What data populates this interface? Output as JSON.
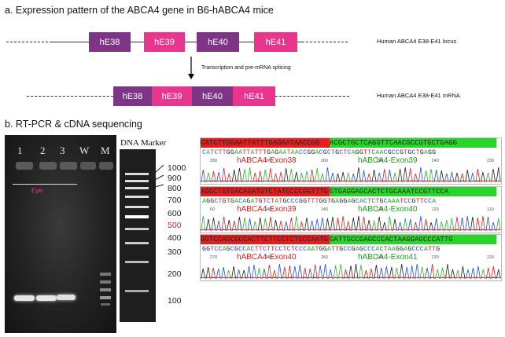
{
  "section_a": {
    "title": "a. Expression pattern of the ABCA4 gene in B6-hABCA4 mice",
    "locus_exons": [
      "hE38",
      "hE39",
      "hE40",
      "hE41"
    ],
    "locus_label": "Human ABCA4 E38-E41 locus",
    "arrow_label": "Transcription and pre-mRNA splicing",
    "mrna_exons": [
      "hE38",
      "hE39",
      "hE40",
      "hE41"
    ],
    "mrna_label": "Human ABCA4 E38-E41 mRNA"
  },
  "section_b": {
    "title": "b. RT-PCR & cDNA sequencing",
    "gel": {
      "lanes": [
        "1",
        "2",
        "3",
        "W",
        "M"
      ],
      "tissue_label": "Eye"
    },
    "marker": {
      "title": "DNA Marker",
      "sizes": [
        "1000",
        "900",
        "800",
        "700",
        "600",
        "500",
        "400",
        "300",
        "200",
        "100"
      ]
    },
    "sequences": [
      {
        "top_red": "CATCTTGGAATTATTTGAGAATAACCGG",
        "top_green": "ACGCTGCTCAGGTTCAACGCCGTGCTGAGG",
        "bases": "CATCTTGGAATTATTTGAGAATAACCGGACGCTGCTCAGGTTCAACGCCGTGCTGAGG",
        "label_left": "hABCA4-Exon38",
        "label_right": "hABCA4-Exon39",
        "ticks": [
          "280",
          "270",
          "260",
          "250",
          "240",
          "230"
        ]
      },
      {
        "top_red": "AGGCTGTGACAGATGTCTATGCCCGGTTTG",
        "top_green": "GTGAGGAGCACTCTGCAAATCCGTTCCA",
        "bases": "AGGCTGTGACAGATGTCTATGCCCGGTTTGGTGAGGAGCACTCTGCAAATCCGTTCCA",
        "label_left": "hABCA4-Exon39",
        "label_right": "hABCA4-Exon40",
        "ticks": [
          "60",
          "150",
          "140",
          "130",
          "120",
          "110"
        ]
      },
      {
        "top_red": "GGTCCAGCGCCACTTCTTCCTCTCCCAATG",
        "top_green": "GATTGCCGAGCCCACTAAGGAGCCCATTG",
        "bases": "GGTCCAGCGCCACTTCTTCCTCTCCCAATGGATTGCCGAGCCCACTAAGGAGCCCATTG",
        "label_left": "hABCA4-Exon40",
        "label_right": "hABCA4-Exon41",
        "ticks": [
          "270",
          "260",
          "250",
          "240",
          "230",
          "220"
        ]
      }
    ]
  },
  "colors": {
    "purple": "#7f3585",
    "pink": "#e8368f",
    "seq_red": "#e02020",
    "seq_green": "#2bd42b"
  }
}
